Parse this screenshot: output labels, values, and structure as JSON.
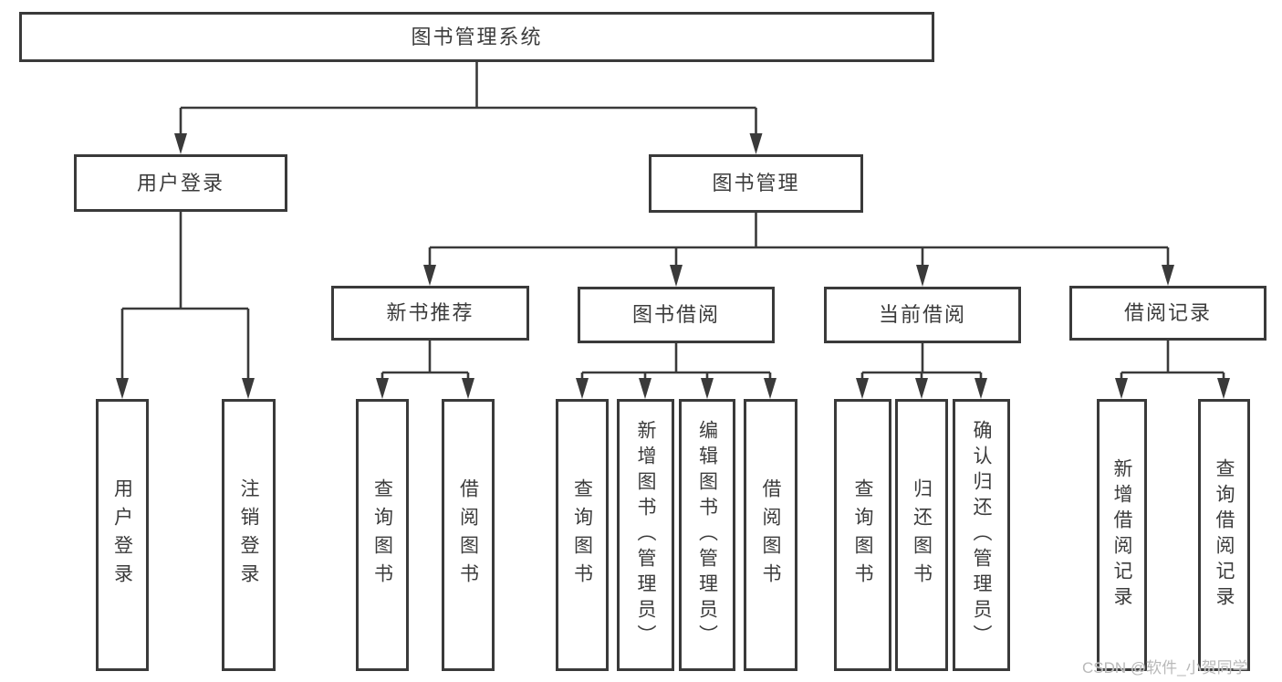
{
  "tree": {
    "root": {
      "label": "图书管理系统"
    },
    "branches": [
      {
        "label": "用户登录",
        "leaves": [
          {
            "label": "用户登录"
          },
          {
            "label": "注销登录"
          }
        ]
      },
      {
        "label": "图书管理",
        "groups": [
          {
            "label": "新书推荐",
            "leaves": [
              {
                "label": "查询图书"
              },
              {
                "label": "借阅图书"
              }
            ]
          },
          {
            "label": "图书借阅",
            "leaves": [
              {
                "label": "查询图书"
              },
              {
                "label": "新增图书（管理员）"
              },
              {
                "label": "编辑图书（管理员）"
              },
              {
                "label": "借阅图书"
              }
            ]
          },
          {
            "label": "当前借阅",
            "leaves": [
              {
                "label": "查询图书"
              },
              {
                "label": "归还图书"
              },
              {
                "label": "确认归还（管理员）"
              }
            ]
          },
          {
            "label": "借阅记录",
            "leaves": [
              {
                "label": "新增借阅记录"
              },
              {
                "label": "查询借阅记录"
              }
            ]
          }
        ]
      }
    ]
  },
  "watermark": {
    "text": "CSDN @软件_小贺同学"
  },
  "colors": {
    "line": "#3a3a3a",
    "text": "#3c3c3c",
    "watermark": "#b9b9b9",
    "background": "#ffffff"
  }
}
